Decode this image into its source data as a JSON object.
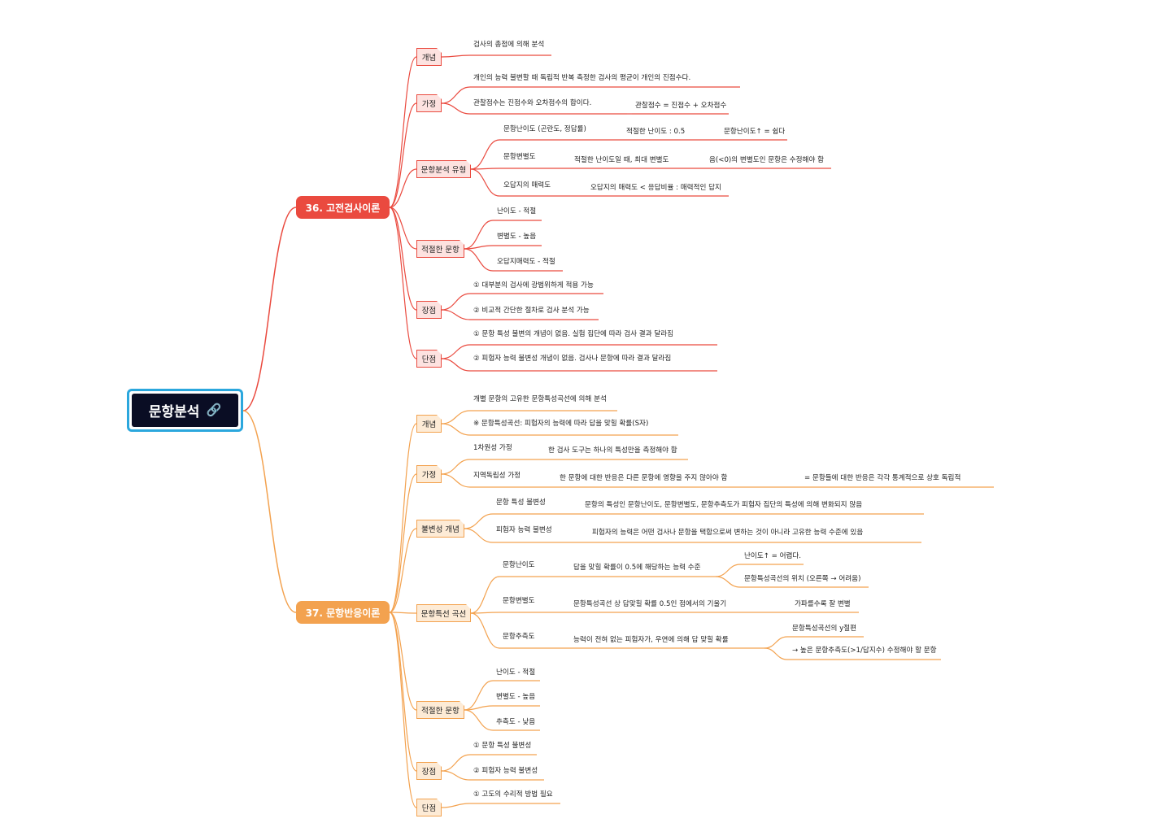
{
  "root": {
    "title": "문항분석",
    "icon": "link-icon"
  },
  "colors": {
    "red": "#ea4a3f",
    "orange": "#f3a24f",
    "root_bg": "#0a0d24",
    "root_border": "#2ba7dd"
  },
  "branches": {
    "ctt": {
      "title": "36. 고전검사이론",
      "concept": {
        "label": "개념",
        "items": [
          "검사의 총점에 의해 분석"
        ]
      },
      "assumption": {
        "label": "가정",
        "item1": "개인의 능력 불변할 때 독립적 반복 측정한 검사의 평균이 개인의 진점수다.",
        "item2": "관찰점수는 진점수와 오차점수의 합이다.",
        "item2_detail": "관찰점수 = 진점수 + 오차점수"
      },
      "types": {
        "label": "문항분석 유형",
        "difficulty": {
          "label": "문항난이도 (곤란도, 정답률)",
          "d1": "적절한 난이도 : 0.5",
          "d2": "문항난이도↑ = 쉽다"
        },
        "discrimination": {
          "label": "문항변별도",
          "d1": "적절한 난이도일 때, 최대 변별도",
          "d2": "음(<0)의 변별도인 문항은 수정해야 함"
        },
        "distractor": {
          "label": "오답지의 매력도",
          "d1": "오답지의 매력도 < 응답비율 : 매력적인 답지"
        }
      },
      "appropriate": {
        "label": "적절한 문항",
        "items": [
          "난이도 - 적절",
          "변별도 - 높음",
          "오답지매력도 - 적절"
        ]
      },
      "pros": {
        "label": "장점",
        "items": [
          "① 대부분의 검사에 광범위하게 적용 가능",
          "② 비교적 간단한 절차로 검사 분석 가능"
        ]
      },
      "cons": {
        "label": "단점",
        "items": [
          "① 문항 특성 불변의 개념이 없음. 실험 집단에 따라 검사 결과 달라짐",
          "② 피험자 능력 불변성 개념이 없음. 검사나 문항에 따라 결과 달라짐"
        ]
      }
    },
    "irt": {
      "title": "37. 문항반응이론",
      "concept": {
        "label": "개념",
        "items": [
          "개별 문항의 고유한 문항특성곡선에 의해 분석",
          "※ 문항특성곡선: 피험자의 능력에 따라 답을 맞힐 확률(S자)"
        ]
      },
      "assumption": {
        "label": "가정",
        "unidim": {
          "label": "1차원성 가정",
          "d1": "한 검사 도구는 하나의 특성만을 측정해야 함"
        },
        "local": {
          "label": "지역독립성 가정",
          "d1": "한 문항에 대한 반응은 다른 문항에 영향을 주지 않아야 함",
          "d2": "= 문항들에 대한 반응은 각각 통계적으로 상호 독립적"
        }
      },
      "invariance": {
        "label": "불변성 개념",
        "item": {
          "label": "문항 특성 불변성",
          "d1": "문항의 특성인 문항난이도, 문항변별도, 문항추측도가 피험자 집단의 특성에 의해 변화되지 않음"
        },
        "person": {
          "label": "피험자 능력 불변성",
          "d1": "피험자의 능력은 어떤 검사나 문항을 택함으로써 변하는 것이 아니라 고유한 능력 수준에 있음"
        }
      },
      "icc": {
        "label": "문항특선 곡선",
        "difficulty": {
          "label": "문항난이도",
          "d1": "답을 맞힐 확률이 0.5에 해당하는 능력 수준",
          "d2a": "난이도↑ = 어렵다.",
          "d2b": "문항특성곡선의 위치 (오른쪽 → 어려움)"
        },
        "discrimination": {
          "label": "문항변별도",
          "d1": "문항특성곡선 상 답맞힐 확률 0.5인 점에서의 기울기",
          "d2": "가파를수록 잘 변별"
        },
        "guessing": {
          "label": "문항추측도",
          "d1": "능력이 전혀 없는 피험자가, 우연에 의해 답 맞힐 확률",
          "d2a": "문항특성곡선의 y절편",
          "d2b": "→ 높은 문항추측도(>1/답지수) 수정해야 할 문항"
        }
      },
      "appropriate": {
        "label": "적절한 문항",
        "items": [
          "난이도 - 적절",
          "변별도 - 높음",
          "추측도 - 낮음"
        ]
      },
      "pros": {
        "label": "장점",
        "items": [
          "① 문항 특성 불변성",
          "② 피험자 능력 불변성"
        ]
      },
      "cons": {
        "label": "단점",
        "items": [
          "① 고도의 수리적 방법 필요"
        ]
      }
    }
  }
}
